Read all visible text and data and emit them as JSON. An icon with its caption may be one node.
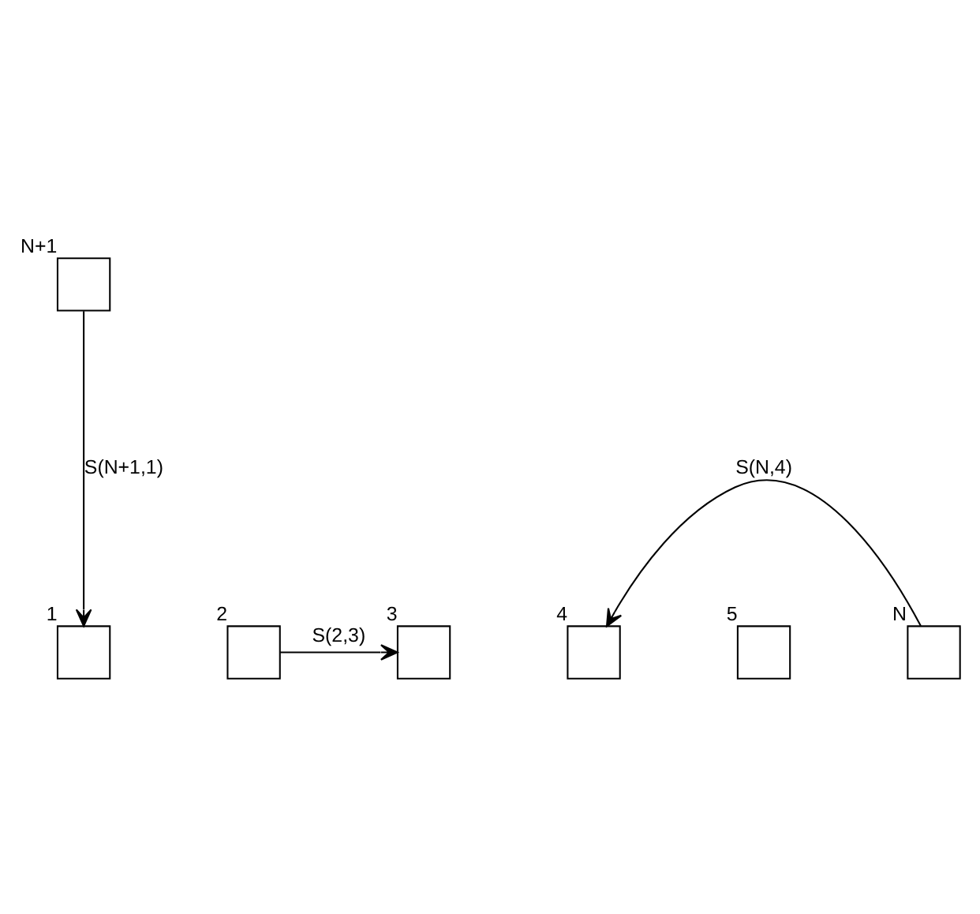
{
  "diagram": {
    "nodes": [
      {
        "text": [],
        "shape": "box",
        "beside": [
          "N+1"
        ]
      },
      {
        "text": [],
        "shape": "box",
        "beside": [
          "1"
        ]
      },
      {
        "text": [],
        "shape": "box",
        "beside": [
          "2"
        ]
      },
      {
        "text": [],
        "shape": "box",
        "beside": [
          "3"
        ]
      },
      {
        "text": [],
        "shape": "box",
        "beside": [
          "4"
        ]
      },
      {
        "text": [],
        "shape": "box",
        "beside": [
          "5"
        ]
      },
      {
        "text": [],
        "shape": "box",
        "beside": [
          "N"
        ]
      }
    ],
    "edges": [
      {
        "from": 0,
        "to": 1,
        "arrow": "to",
        "label": "S(N+1,1)"
      },
      {
        "from": 2,
        "to": 3,
        "arrow": "to",
        "label": "S(2,3)"
      },
      {
        "from": 6,
        "to": 4,
        "arrow": "to",
        "label": "S(N,4)"
      }
    ]
  }
}
